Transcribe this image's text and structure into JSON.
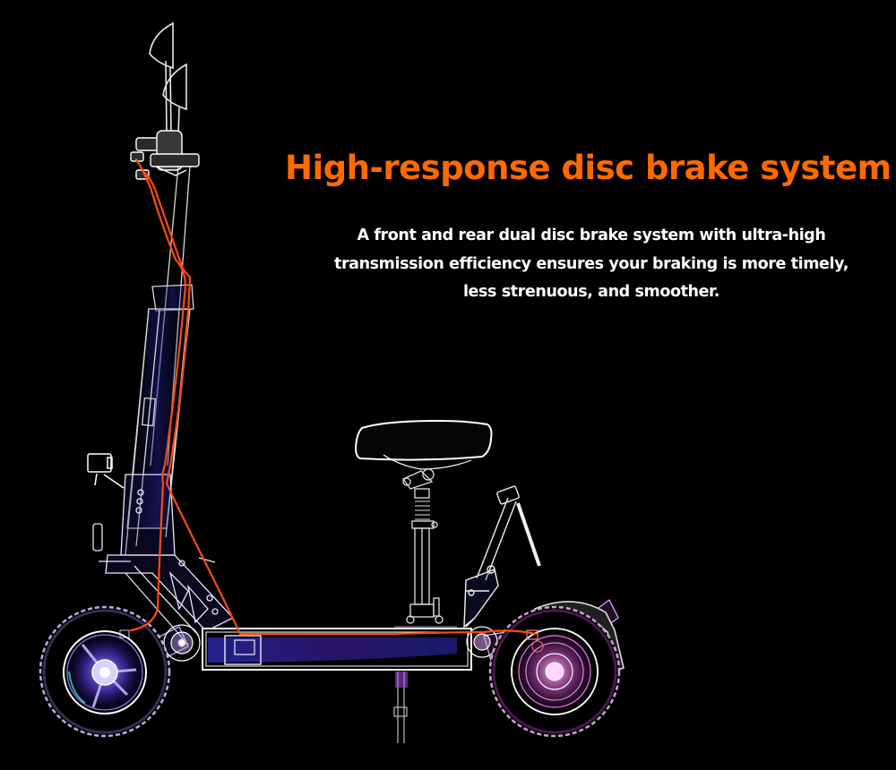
{
  "page": {
    "background_color": "#000000"
  },
  "headline": {
    "text": "High-response disc brake system",
    "color": "#ff6a00"
  },
  "description": {
    "lines": [
      "A front and rear dual disc brake system with ultra-high",
      "transmission efficiency ensures your braking is more timely,",
      "less strenuous, and smoother."
    ],
    "color": "#ffffff"
  },
  "illustration": {
    "subject": "electric scooter wireframe x-ray illustration with seat",
    "parts": [
      "handlebar-mirrors",
      "brake-levers",
      "stem",
      "display",
      "front-fork",
      "front-wheel",
      "deck-battery",
      "seat",
      "seat-post",
      "kickstand",
      "rear-suspension",
      "rear-wheel",
      "rear-fender",
      "brake-cables"
    ],
    "colors": {
      "wireframe": "#ffffff",
      "brake_cable": "#ff4a10",
      "front_wheel_glow": "#6a4cff",
      "rear_wheel_glow": "#e05cd8",
      "deck_glow": "#2a2aa8"
    }
  }
}
